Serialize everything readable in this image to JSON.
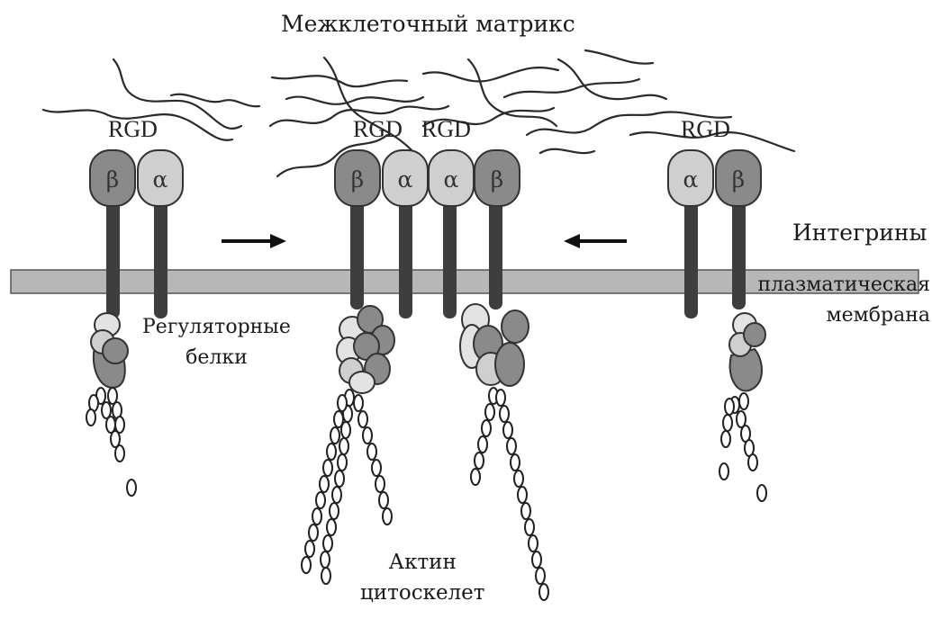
{
  "labels": {
    "matrix": "Межклеточный матрикс",
    "integrins": "Интегрины",
    "membrane_line1": "плазматическая",
    "membrane_line2": "мембрана",
    "regulatory_line1": "Регуляторные",
    "regulatory_line2": "белки",
    "actin_line1": "Актин",
    "actin_line2": "цитоскелет"
  },
  "motifs": {
    "rgd_left": "RGD",
    "rgd_center_1": "RGD",
    "rgd_center_2": "RGD",
    "rgd_right": "RGD"
  },
  "subunits": {
    "beta": "β",
    "alpha": "α"
  },
  "colors": {
    "membrane": "#b7b7b7",
    "beta_subunit": "#8a8a8a",
    "alpha_subunit": "#cfcfcf",
    "stalk": "#3e3e3e",
    "fibers": "#2a2a2a"
  }
}
